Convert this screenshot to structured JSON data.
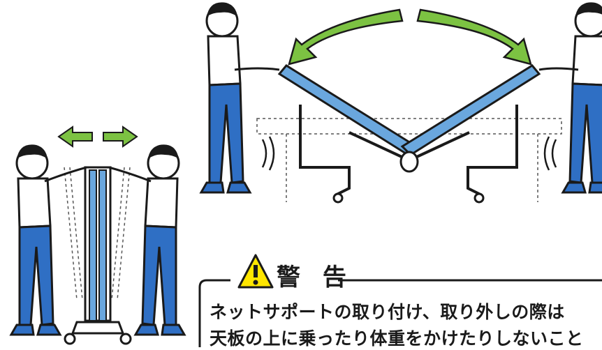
{
  "warning": {
    "title": "警 告",
    "line1": "ネットサポートの取り付け、取り外しの際は",
    "line2": "天板の上に乗ったり体重をかけたりしないこと"
  },
  "colors": {
    "table_blue": "#6aa7de",
    "pants_blue": "#2f6fc4",
    "arrow_green": "#7cc242",
    "warning_yellow": "#ffe600",
    "outline": "#1a1a1a"
  },
  "icons": [
    "warning-triangle-icon",
    "curved-arrow-left-icon",
    "curved-arrow-right-icon",
    "double-arrow-icon"
  ]
}
